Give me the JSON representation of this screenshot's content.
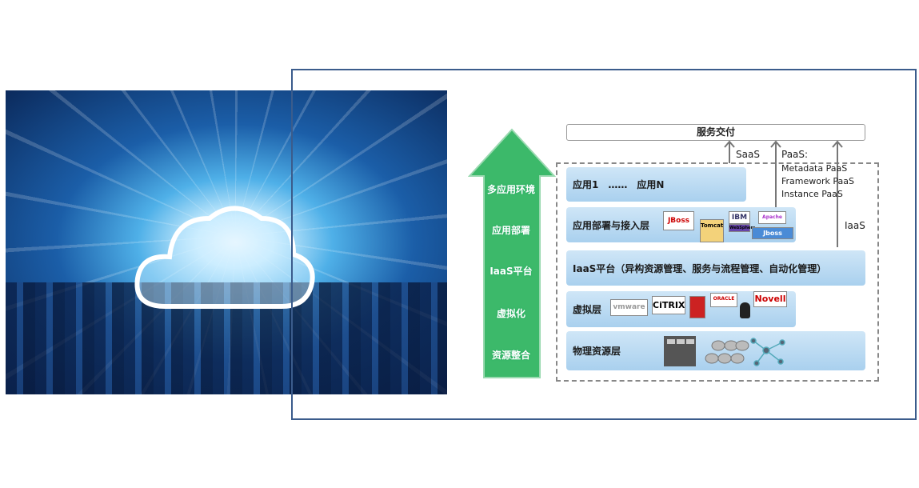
{
  "diagram": {
    "top_box": "服务交付",
    "arrow_labels": {
      "saas": "SaaS",
      "paas_title": "PaaS:",
      "paas_items": [
        "Metadata PaaS",
        "Framework PaaS",
        "Instance PaaS"
      ],
      "iaas": "IaaS"
    },
    "side_arrow": [
      "多应用环境",
      "应用部署",
      "IaaS平台",
      "虚拟化",
      "资源整合"
    ],
    "layers": {
      "apps": "应用1　……　应用N",
      "deploy": "应用部署与接入层",
      "iaas": "IaaS平台（异构资源管理、服务与流程管理、自动化管理）",
      "virtual": "虚拟层",
      "physical": "物理资源层"
    },
    "logos": {
      "deploy": [
        "JBoss",
        "IBM",
        "WebSphere",
        "Tomcat",
        "Apache",
        "Jboss"
      ],
      "virtual": [
        "vmware",
        "CiTRIX",
        "ORACLE",
        "Novell"
      ]
    },
    "colors": {
      "arrow": "#3cb96a",
      "layer": "#b5d7f0",
      "frame": "#3b5c8c"
    }
  }
}
